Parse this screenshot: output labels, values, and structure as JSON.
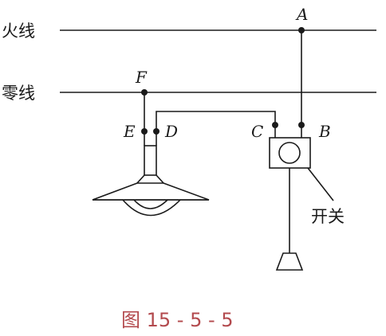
{
  "labels": {
    "live_wire": "火线",
    "neutral_wire": "零线",
    "switch": "开关",
    "caption": "图 15 - 5 - 5"
  },
  "points": {
    "A": "A",
    "B": "B",
    "C": "C",
    "D": "D",
    "E": "E",
    "F": "F"
  },
  "colors": {
    "line": "#1a1a1a",
    "caption": "#b34a4e"
  }
}
